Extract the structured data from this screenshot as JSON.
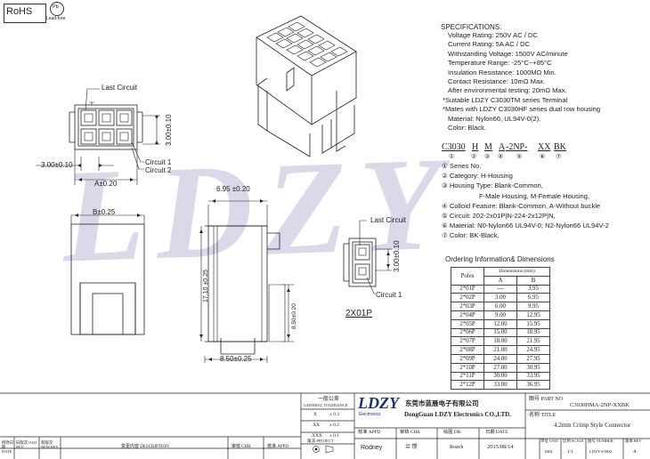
{
  "header": {
    "rohs": "RoHS",
    "lead_free_symbol": "Pb",
    "lead_free": "Lead-free"
  },
  "watermark": "LDZY",
  "specs": {
    "title": "SPECIFICATIONS:",
    "lines": [
      "Voltage Rating:  250V AC / DC",
      "Current Rating:  5A  AC / DC",
      "Withstanding Voltage:  1500V AC/minute",
      "Temperature Range: -25°C~+85°C",
      "Insulation Resistance:  1000MΩ Min.",
      "Contact Resistance:  10mΩ Max.",
      "After environmental testing:  20mΩ Max.",
      "*Suitable LDZY C3030TM series Terminal",
      "*Mates with LDZY C3030HF series dual row housing",
      "Material:  Nylon66, UL94V-0(2).",
      "Color:  Black."
    ]
  },
  "part_code": {
    "parts": [
      "C3030",
      "H",
      "M",
      "A",
      "-2NP-",
      "XX",
      "BK"
    ],
    "markers": [
      "①",
      "②",
      "③",
      "④",
      "⑤",
      "⑥",
      "⑦"
    ]
  },
  "legend": [
    "① Series No.",
    "② Category: H-Housing",
    "③ Housing Type: Blank-Common,",
    "F-Male Housing, M-Female Housing,",
    "④ Colloid Feature: Blank-Common, A-Without buckle",
    "⑤ Circuit: 202-2x01P|N-224-2x12P|N,",
    "⑥ Material: N0-Nylon66 UL94V-0; N2-Nylon66 UL94V-2",
    "⑦ Color: BK-Black,"
  ],
  "ordering": {
    "title": "Ordering Information& Dimensions",
    "col_poles": "Poles",
    "col_dim": "Dimensions (mm)",
    "col_a": "A",
    "col_b": "B",
    "rows": [
      [
        "2*01P",
        "---",
        "3.95"
      ],
      [
        "2*02P",
        "3.00",
        "6.95"
      ],
      [
        "2*03P",
        "6.00",
        "9.95"
      ],
      [
        "2*04P",
        "9.00",
        "12.95"
      ],
      [
        "2*05P",
        "12.00",
        "15.95"
      ],
      [
        "2*06P",
        "15.00",
        "18.95"
      ],
      [
        "2*07P",
        "18.00",
        "21.95"
      ],
      [
        "2*08P",
        "21.00",
        "24.95"
      ],
      [
        "2*09P",
        "24.00",
        "27.95"
      ],
      [
        "2*10P",
        "27.00",
        "30.95"
      ],
      [
        "2*11P",
        "30.00",
        "33.95"
      ],
      [
        "2*12P",
        "33.00",
        "36.95"
      ]
    ]
  },
  "drawing_labels": {
    "last_circuit": "Last Circuit",
    "dim_300_v": "3.00±0.10",
    "dim_300_h": "3.00±0.10",
    "circuit1": "Circuit  1",
    "circuit2": "Circuit  2",
    "dim_a": "A±0.20",
    "dim_b": "B±0.25",
    "dim_695": "6.95 ±0.20",
    "dim_1710": "17.10 ±0.25",
    "dim_850_v": "8.50±0.20",
    "dim_850_h": "8.50±0.25",
    "small_last_circuit": "Last Circuit",
    "small_dim_300": "3.00±0.10",
    "small_circuit1": "Circuit  1",
    "small_title": "2X01P"
  },
  "title_block": {
    "tolerance_title": "一般公差",
    "tolerance_sub": "GENERAL TOLERANCE",
    "tol_x": "X",
    "tol_x_val": "± 0.3",
    "tol_xx": ".XX",
    "tol_xx_val": "± 0.2",
    "tol_xxx": ".XXX",
    "tol_xxx_val": "± 0.1",
    "approved": "核准 APPD",
    "checked": "审核 CHK",
    "drawn": "绘图 DR",
    "date": "日期 DATE",
    "projection": "角法 PROJECT",
    "company_cn": "东莞市蓝雁电子有限公司",
    "company_en": "DongGuan LDZY Electronics CO.,LTD.",
    "logo": "LDZY",
    "logo_sub": "Electronics",
    "part_no_label": "图号 PART NO",
    "part_no": "C3030HMA-2NP-XXBK",
    "title_label": "名称 TITLE",
    "title": "4.2mm Crimp Style Connector",
    "drawn_by": "Rodney",
    "checked_by": "兰 瓒",
    "approved_by": "Roach",
    "date_value": "2015/08/14",
    "unit_label": "单位 UNIT",
    "unit": "mm",
    "scale_label": "比例 SCALE",
    "scale": "1/1",
    "number_label": "图号 NUMBER",
    "number": "LDZY-S1002",
    "rev_label": "版本 REV",
    "rev": "A",
    "rev_date": "修改日期 DATE",
    "old_rev": "旧版次 OLD REV",
    "new_rev": "新版次 NEW REV",
    "change_desc": "变更内容 DESCRIPTION",
    "rev_chk": "审核 CHK",
    "rev_appd": "核准 APPD"
  }
}
